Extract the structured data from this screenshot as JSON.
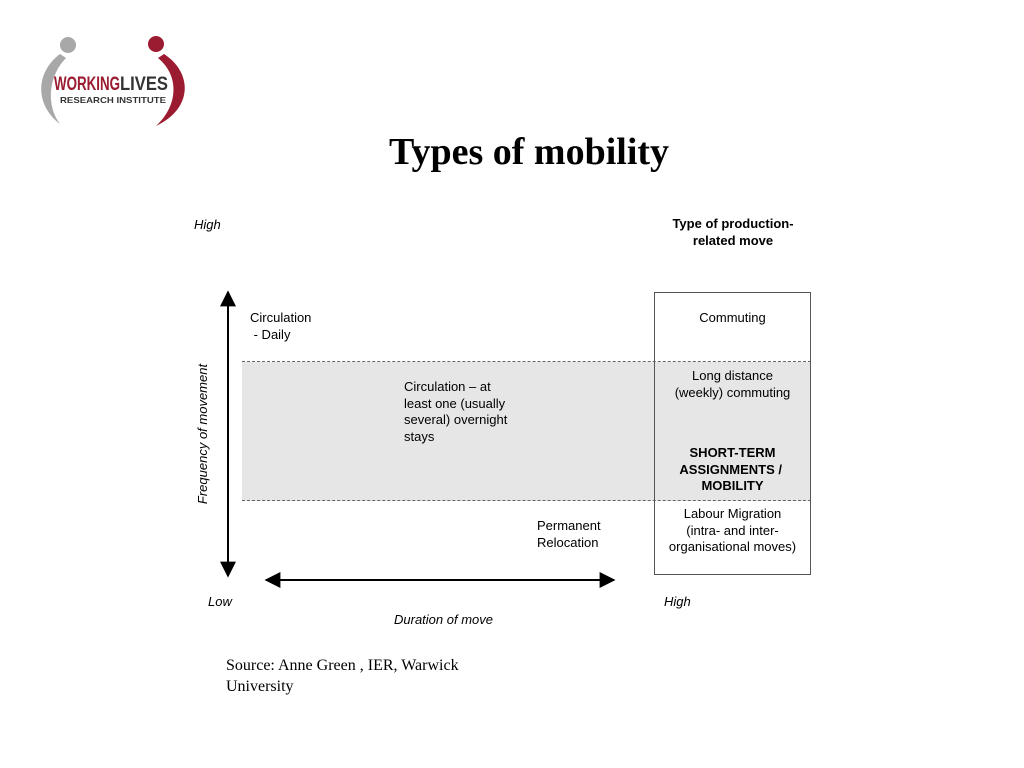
{
  "logo": {
    "text_line1_a": "WORKING",
    "text_line1_b": "LIVES",
    "text_line2": "RESEARCH INSTITUTE",
    "colors": {
      "red": "#9b1b30",
      "grey": "#a8a8a8",
      "dark": "#333333"
    }
  },
  "title": "Types of mobility",
  "diagram": {
    "y_high": "High",
    "y_label": "Frequency of movement",
    "x_low": "Low",
    "x_high": "High",
    "x_label": "Duration of move",
    "circulation_daily": [
      "Circulation",
      " - Daily"
    ],
    "circulation_overnight": [
      "Circulation – at",
      "least one (usually",
      "several) overnight",
      "stays"
    ],
    "permanent_relocation": [
      "Permanent",
      "Relocation"
    ],
    "production_header": [
      "Type of production-",
      "related move"
    ],
    "production_types": {
      "commuting": "Commuting",
      "long_distance": [
        "Long distance",
        "(weekly) commuting"
      ],
      "short_term": [
        "SHORT-TERM",
        "ASSIGNMENTS / ",
        "MOBILITY"
      ],
      "labour_migration": [
        "Labour Migration",
        "(intra- and inter-",
        "organisational moves)"
      ]
    },
    "band_color": "#e6e6e6"
  },
  "source": [
    "Source: Anne Green , IER, Warwick",
    "University"
  ]
}
